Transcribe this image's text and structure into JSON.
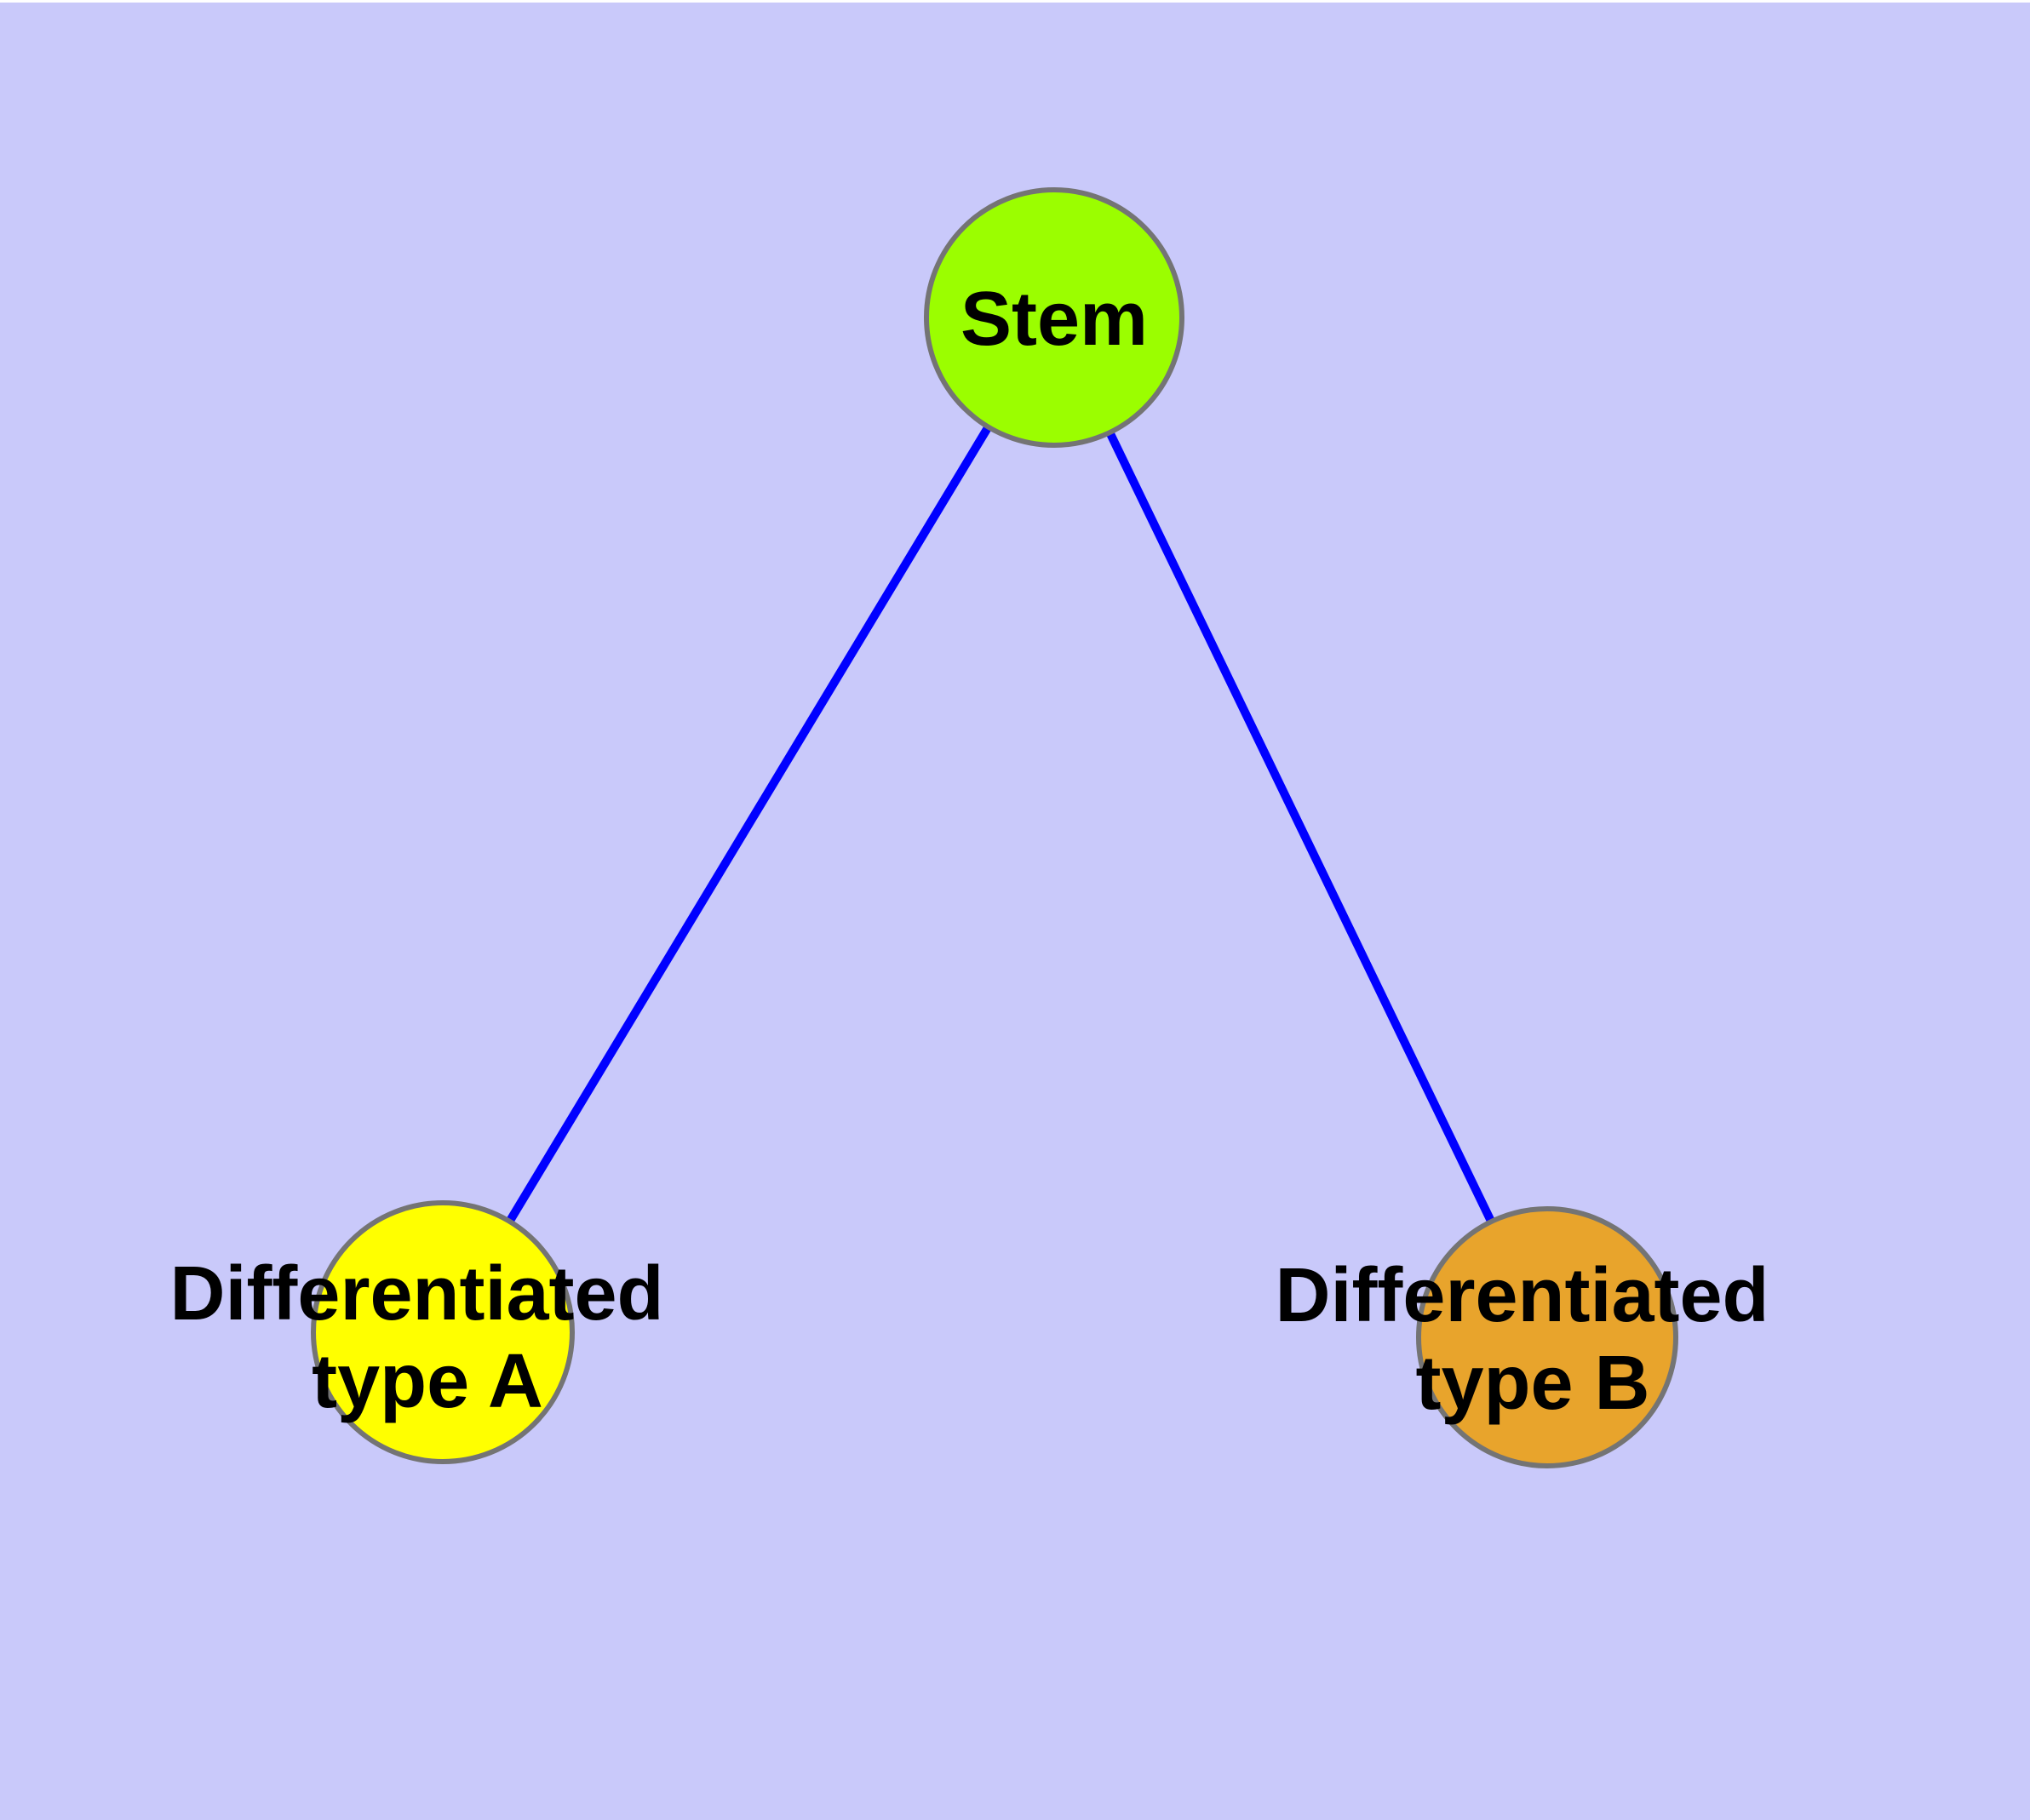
{
  "diagram": {
    "background_color": "#C9C9FA",
    "top_border_color": "#FFFFFF",
    "edge_color": "#0000FF",
    "node_border_color": "#747474",
    "label_text_color": "#000000",
    "nodes": [
      {
        "id": "stem",
        "label_line1": "Stem",
        "label_line2": "",
        "fill_color": "#9BFE00"
      },
      {
        "id": "differentiated-type-a",
        "label_line1": "Differentiated",
        "label_line2": "type A",
        "fill_color": "#FFFF00"
      },
      {
        "id": "differentiated-type-b",
        "label_line1": "Differentiated",
        "label_line2": "type B",
        "fill_color": "#E8A42C"
      }
    ],
    "edges": [
      {
        "from": "Stem",
        "to": "Differentiated type A"
      },
      {
        "from": "Stem",
        "to": "Differentiated type B"
      }
    ]
  }
}
